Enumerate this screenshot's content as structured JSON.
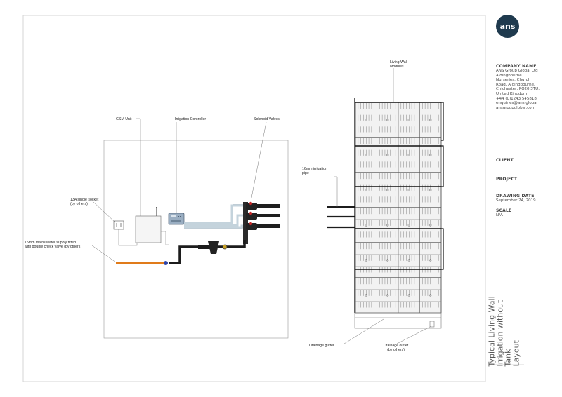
{
  "sidebar": {
    "logo_text": "ans",
    "company_heading": "COMPANY NAME",
    "company_details": "ANS Group Global Ltd\nAldingbourne\nNurseries, Church\nRoad, Aldingbourne,\nChichester, PO20 3TU,\nUnited Kingdom\n+44 (0)1243 545818\nenquiries@ans.global\nansgroupglobal.com",
    "client_heading": "CLIENT",
    "project_heading": "PROJECT",
    "date_heading": "DRAWING DATE",
    "date_value": "September 24, 2019",
    "scale_heading": "SCALE",
    "scale_value": "N/A",
    "drawing_title": "Typical Living Wall\nIrrigation without Tank\nLayout"
  },
  "labels": {
    "gsm_unit": "GSM Unit",
    "irrigation_controller": "Irrigation Controller",
    "solenoid_valves": "Solenoid Valves",
    "socket": "13A single socket\n(by others)",
    "mains_supply": "15mm mains water supply fitted\nwith double check valve (by others)",
    "living_wall_modules": "Living Wall\nModules",
    "irrigation_pipe": "16mm irrigation\npipe",
    "drainage_gutter": "Drainage gutter",
    "drainage_outlet": "Drainage outlet\n(by others)"
  },
  "colors": {
    "brand": "#1f3a4e",
    "supply_pipe": "#e07b1a",
    "irrigation_pipe": "#c4d3dc",
    "controller": "#9aaec2",
    "valve": "#c62828"
  }
}
